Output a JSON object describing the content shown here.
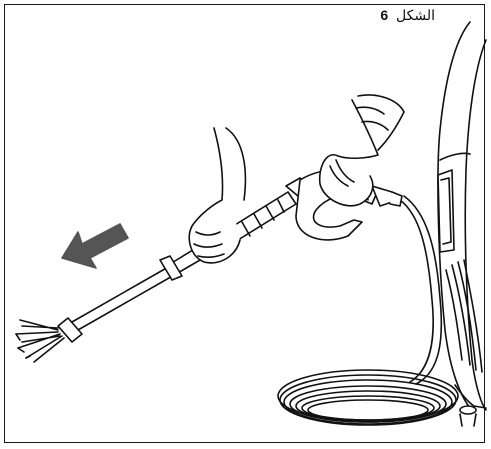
{
  "figure": {
    "label_word": "الشكل",
    "label_number": "6"
  },
  "illustration": {
    "items": [
      "pressure-washer-machine",
      "coiled-hose",
      "spray-gun",
      "extension-lance",
      "nozzle-spray",
      "gloved-hands",
      "direction-arrow-icon"
    ]
  }
}
